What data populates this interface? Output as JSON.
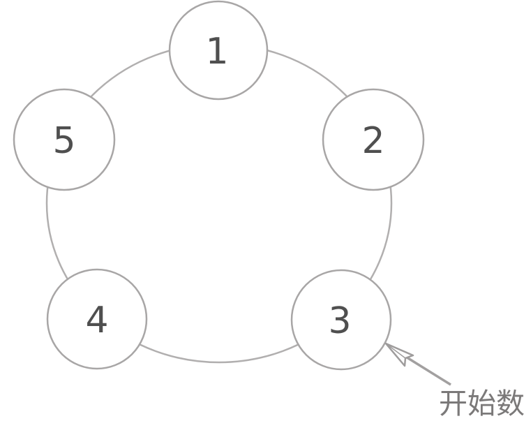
{
  "diagram": {
    "title_hint": "counting-circle",
    "nodes": [
      {
        "label": "1"
      },
      {
        "label": "2"
      },
      {
        "label": "3"
      },
      {
        "label": "4"
      },
      {
        "label": "5"
      }
    ],
    "annotation": {
      "label": "开始数",
      "points_to_node": "3"
    },
    "colors": {
      "background": "#ffffff",
      "ring_stroke": "#b1afaf",
      "node_stroke": "#a8a6a6",
      "node_fill": "#ffffff",
      "number_color": "#4f4f4f",
      "annotation_color": "#7b7979",
      "arrow_color": "#a2a0a0"
    }
  }
}
